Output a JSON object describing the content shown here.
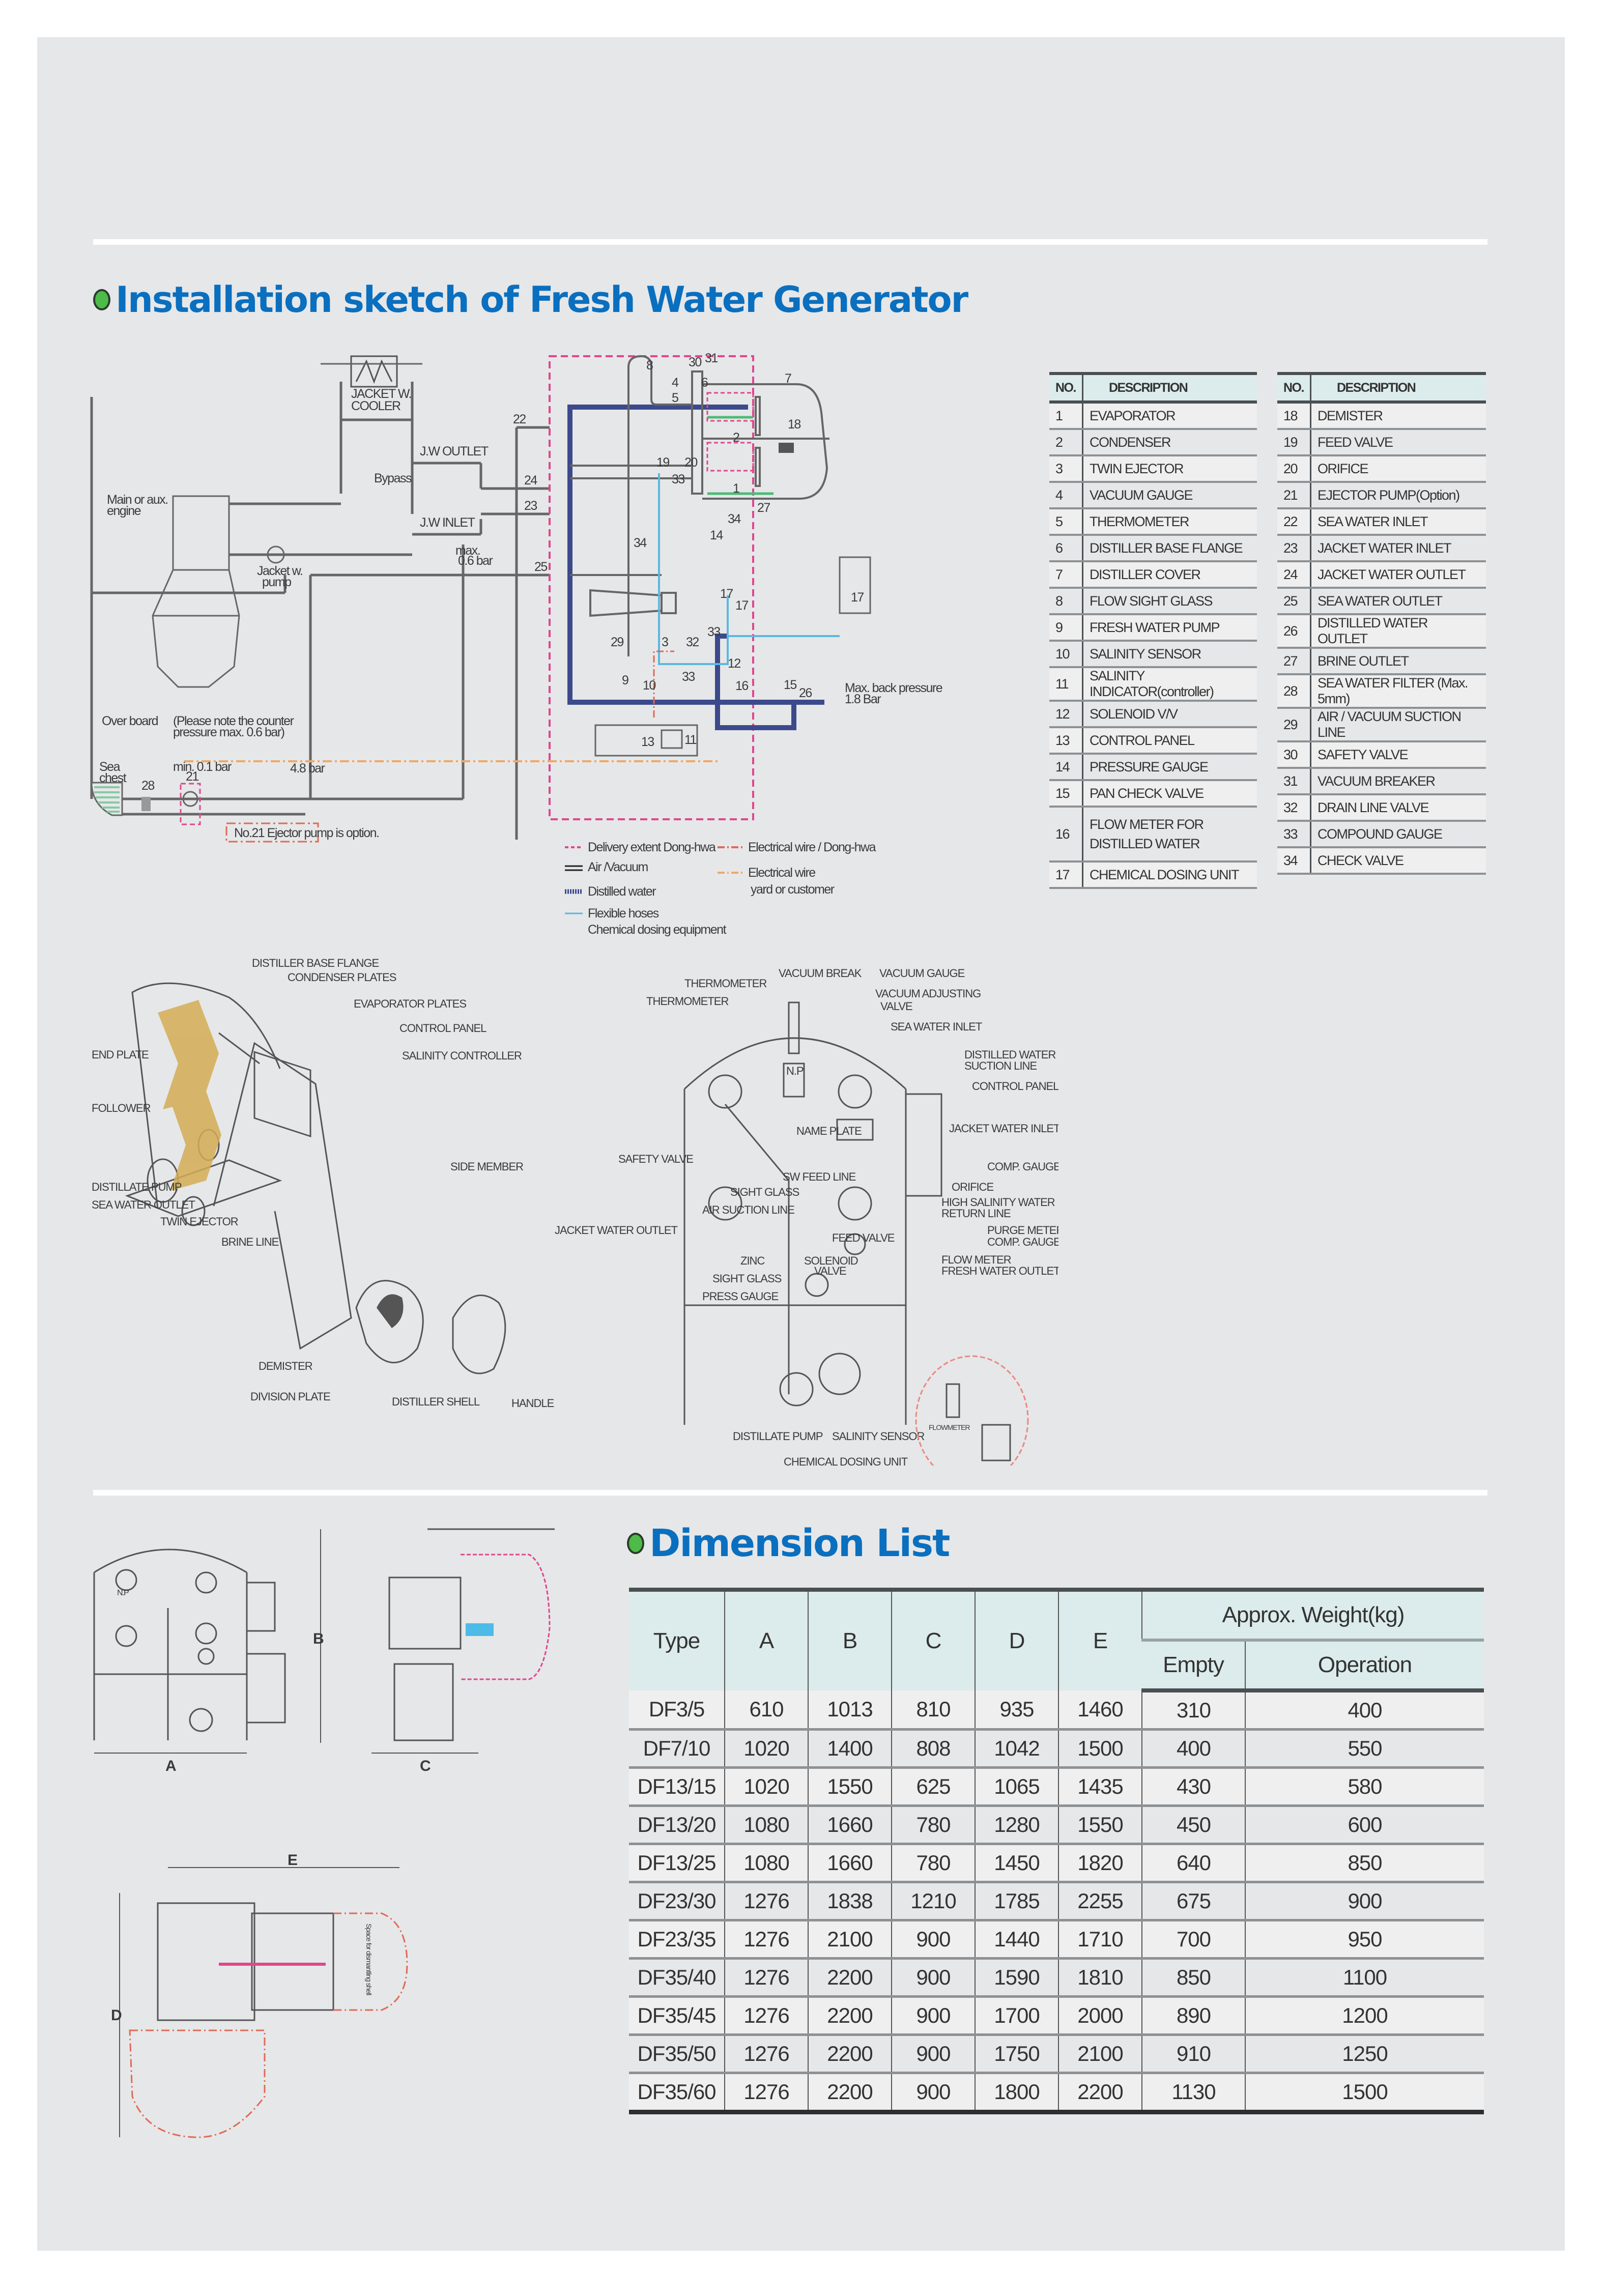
{
  "installation": {
    "title": "Installation sketch of Fresh Water Generator",
    "schematic": {
      "labels": {
        "jacket_cooler": [
          "JACKET W.",
          "COOLER"
        ],
        "jw_outlet": "J.W OUTLET",
        "jw_inlet": "J.W INLET",
        "bypass": "Bypass",
        "engine": [
          "Main or aux.",
          "engine"
        ],
        "jacket_pump": [
          "Jacket w.",
          "pump"
        ],
        "max_06": [
          "max.",
          "0.6 bar"
        ],
        "overboard": "Over board",
        "counter_note": [
          "(Please note the counter",
          "pressure max. 0.6 bar)"
        ],
        "sea_chest": [
          "Sea",
          "chest"
        ],
        "min_01": "min. 0.1 bar",
        "bar_48": "4.8 bar",
        "ejector_note": "No.21 Ejector pump is option.",
        "back_pressure": [
          "Max. back pressure",
          "1.8 Bar"
        ]
      },
      "numbers": [
        "1",
        "2",
        "3",
        "4",
        "5",
        "6",
        "7",
        "8",
        "9",
        "10",
        "11",
        "12",
        "13",
        "14",
        "15",
        "16",
        "17",
        "18",
        "19",
        "20",
        "21",
        "22",
        "23",
        "24",
        "25",
        "26",
        "27",
        "28",
        "29",
        "30",
        "31",
        "32",
        "33",
        "34"
      ],
      "legend": [
        {
          "label": "Delivery extent Dong-hwa",
          "style": "pink-dashed"
        },
        {
          "label": "Air /Vacuum",
          "style": "double-black"
        },
        {
          "label": "Distilled water",
          "style": "hatched-navy"
        },
        {
          "label": "Flexible hoses",
          "sub": "Chemical dosing equipment",
          "style": "light-blue"
        },
        {
          "label": "Electrical wire / Dong-hwa",
          "style": "red-dashdot"
        },
        {
          "label": "Electrical wire",
          "sub": "yard or customer",
          "style": "orange-dashdot"
        }
      ],
      "colors": {
        "delivery": "#e0468e",
        "distilled": "#3c4a8c",
        "hose": "#5ab8e0",
        "wire_dh": "#e06a55",
        "wire_yard": "#f0a868"
      }
    },
    "parts_header": {
      "no": "NO.",
      "description": "DESCRIPTION"
    },
    "parts_left": [
      {
        "no": "1",
        "desc": "EVAPORATOR"
      },
      {
        "no": "2",
        "desc": "CONDENSER"
      },
      {
        "no": "3",
        "desc": "TWIN EJECTOR"
      },
      {
        "no": "4",
        "desc": "VACUUM GAUGE"
      },
      {
        "no": "5",
        "desc": "THERMOMETER"
      },
      {
        "no": "6",
        "desc": "DISTILLER BASE FLANGE"
      },
      {
        "no": "7",
        "desc": "DISTILLER COVER"
      },
      {
        "no": "8",
        "desc": "FLOW SIGHT GLASS"
      },
      {
        "no": "9",
        "desc": "FRESH WATER PUMP"
      },
      {
        "no": "10",
        "desc": "SALINITY SENSOR"
      },
      {
        "no": "11",
        "desc": "SALINITY INDICATOR(controller)"
      },
      {
        "no": "12",
        "desc": "SOLENOID V/V"
      },
      {
        "no": "13",
        "desc": "CONTROL PANEL"
      },
      {
        "no": "14",
        "desc": "PRESSURE GAUGE"
      },
      {
        "no": "15",
        "desc": "PAN CHECK VALVE"
      },
      {
        "no": "16",
        "desc": "FLOW METER FOR DISTILLED WATER"
      },
      {
        "no": "17",
        "desc": "CHEMICAL DOSING UNIT"
      }
    ],
    "parts_right": [
      {
        "no": "18",
        "desc": "DEMISTER"
      },
      {
        "no": "19",
        "desc": "FEED VALVE"
      },
      {
        "no": "20",
        "desc": "ORIFICE"
      },
      {
        "no": "21",
        "desc": "EJECTOR PUMP(Option)"
      },
      {
        "no": "22",
        "desc": "SEA WATER INLET"
      },
      {
        "no": "23",
        "desc": "JACKET WATER INLET"
      },
      {
        "no": "24",
        "desc": "JACKET WATER OUTLET"
      },
      {
        "no": "25",
        "desc": "SEA WATER OUTLET"
      },
      {
        "no": "26",
        "desc": "DISTILLED WATER OUTLET"
      },
      {
        "no": "27",
        "desc": "BRINE OUTLET"
      },
      {
        "no": "28",
        "desc": "SEA WATER FILTER (Max. 5mm)"
      },
      {
        "no": "29",
        "desc": "AIR / VACUUM SUCTION LINE"
      },
      {
        "no": "30",
        "desc": "SAFETY VALVE"
      },
      {
        "no": "31",
        "desc": "VACUUM BREAKER"
      },
      {
        "no": "32",
        "desc": "DRAIN LINE VALVE"
      },
      {
        "no": "33",
        "desc": "COMPOUND GAUGE"
      },
      {
        "no": "34",
        "desc": "CHECK VALVE"
      }
    ]
  },
  "exploded_view": {
    "labels": [
      "DISTILLER BASE FLANGE",
      "CONDENSER PLATES",
      "EVAPORATOR PLATES",
      "CONTROL PANEL",
      "SALINITY CONTROLLER",
      "END PLATE",
      "FOLLOWER",
      "SIDE MEMBER",
      "DISTILLATE PUMP",
      "SEA WATER OUTLET",
      "TWIN EJECTOR",
      "BRINE LINE",
      "DEMISTER",
      "DIVISION PLATE",
      "DISTILLER SHELL",
      "HANDLE"
    ]
  },
  "front_view": {
    "labels": {
      "thermometer1": "THERMOMETER",
      "thermometer2": "THERMOMETER",
      "vacuum_break": "VACUUM BREAK",
      "vacuum_gauge": "VACUUM GAUGE",
      "vacuum_adj": [
        "VACUUM ADJUSTING",
        "VALVE"
      ],
      "sea_water_inlet": "SEA WATER INLET",
      "distilled_suction": [
        "DISTILLED WATER",
        "SUCTION LINE"
      ],
      "control_panel": "CONTROL PANEL",
      "jacket_inlet": "JACKET WATER INLET",
      "comp_gauge": "COMP. GAUGE",
      "orifice": "ORIFICE",
      "high_salinity": [
        "HIGH SALINITY WATER",
        "RETURN LINE"
      ],
      "purge_meter": "PURGE METER",
      "comp_gauge2": "COMP. GAUGE",
      "flow_meter": "FLOW METER",
      "fresh_outlet": "FRESH WATER OUTLET",
      "safety_valve": "SAFETY VALVE",
      "name_plate": "NAME PLATE",
      "sw_feed": "SW FEED LINE",
      "sight_glass": "SIGHT GLASS",
      "air_suction": "AIR SUCTION LINE",
      "jacket_outlet": "JACKET WATER OUTLET",
      "feed_valve": "FEED VALVE",
      "zinc": "ZINC",
      "solenoid": [
        "SOLENOID",
        "VALVE"
      ],
      "sight_glass2": "SIGHT GLASS",
      "press_gauge": "PRESS GAUGE",
      "distillate_pump": "DISTILLATE PUMP",
      "salinity_sensor": "SALINITY SENSOR",
      "chem_dosing": "CHEMICAL DOSING UNIT",
      "flowmeter": "FLOWMETER",
      "np": "N.P"
    }
  },
  "dimension": {
    "title": "Dimension List",
    "drawing_labels": {
      "a": "A",
      "b": "B",
      "c": "C",
      "d": "D",
      "e": "E",
      "space_note": "Space for dismantling shell",
      "np": "N.P"
    },
    "headers": {
      "type": "Type",
      "a": "A",
      "b": "B",
      "c": "C",
      "d": "D",
      "e": "E",
      "weight_group": "Approx. Weight(kg)",
      "empty": "Empty",
      "operation": "Operation"
    },
    "rows": [
      [
        "DF3/5",
        "610",
        "1013",
        "810",
        "935",
        "1460",
        "310",
        "400"
      ],
      [
        "DF7/10",
        "1020",
        "1400",
        "808",
        "1042",
        "1500",
        "400",
        "550"
      ],
      [
        "DF13/15",
        "1020",
        "1550",
        "625",
        "1065",
        "1435",
        "430",
        "580"
      ],
      [
        "DF13/20",
        "1080",
        "1660",
        "780",
        "1280",
        "1550",
        "450",
        "600"
      ],
      [
        "DF13/25",
        "1080",
        "1660",
        "780",
        "1450",
        "1820",
        "640",
        "850"
      ],
      [
        "DF23/30",
        "1276",
        "1838",
        "1210",
        "1785",
        "2255",
        "675",
        "900"
      ],
      [
        "DF23/35",
        "1276",
        "2100",
        "900",
        "1440",
        "1710",
        "700",
        "950"
      ],
      [
        "DF35/40",
        "1276",
        "2200",
        "900",
        "1590",
        "1810",
        "850",
        "1100"
      ],
      [
        "DF35/45",
        "1276",
        "2200",
        "900",
        "1700",
        "2000",
        "890",
        "1200"
      ],
      [
        "DF35/50",
        "1276",
        "2200",
        "900",
        "1750",
        "2100",
        "910",
        "1250"
      ],
      [
        "DF35/60",
        "1276",
        "2200",
        "900",
        "1800",
        "2200",
        "1130",
        "1500"
      ]
    ]
  },
  "colors": {
    "title": "#0a6fbf",
    "bullet": "#4cbb47",
    "panel": "#e6e7e9",
    "table_header": "#dcebeb"
  }
}
